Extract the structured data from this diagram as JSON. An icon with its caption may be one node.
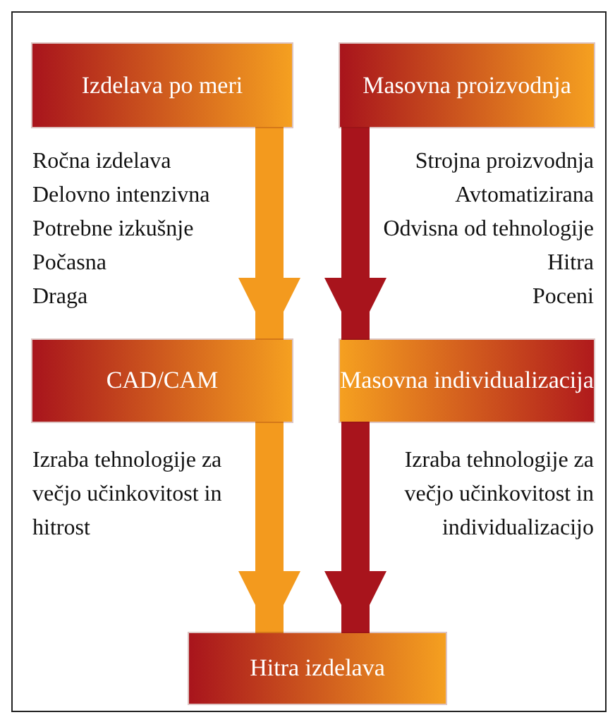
{
  "diagram": {
    "nodes": [
      {
        "text": [
          "Izdelava po meri"
        ],
        "beside": [
          "Ročna izdelava",
          "Delovno intenzivna",
          "Potrebne izkušnje",
          "Počasna",
          "Draga"
        ]
      },
      {
        "text": [
          "Masovna proizvodnja"
        ],
        "beside": [
          "Strojna proizvodnja",
          "Avtomatizirana",
          "Odvisna od tehnologije",
          "Hitra",
          "Poceni"
        ]
      },
      {
        "text": [
          "CAD/CAM"
        ],
        "beside": [
          "Izraba tehnologije za večjo učinkovitost in hitrost"
        ]
      },
      {
        "text": [
          "Masovna individualizacija"
        ],
        "beside": [
          "Izraba tehnologije za večjo učinkovitost in individualizacijo"
        ]
      },
      {
        "text": [
          "Hitra izdelava"
        ]
      }
    ],
    "edges": [
      {
        "from": 0,
        "to": 2,
        "arrow": "to",
        "color": "#f39a1e"
      },
      {
        "from": 1,
        "to": 3,
        "arrow": "to",
        "color": "#a8141c"
      },
      {
        "from": 2,
        "to": 4,
        "arrow": "to",
        "color": "#f39a1e"
      },
      {
        "from": 3,
        "to": 4,
        "arrow": "to",
        "color": "#a8141c"
      }
    ]
  }
}
